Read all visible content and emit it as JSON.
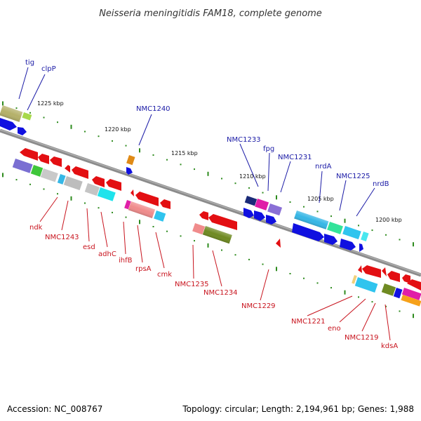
{
  "title": "Neisseria meningitidis FAM18, complete genome",
  "footer": {
    "accession": "Accession: NC_008767",
    "summary": "Topology: circular; Length: 2,194,961 bp; Genes: 1,988"
  },
  "colors": {
    "forward_label": "#1a1aa6",
    "reverse_label": "#c8141e",
    "backbone": "#8c8c8c",
    "tick": "#2e8b1e"
  },
  "kbp_labels": [
    "1225 kbp",
    "1220 kbp",
    "1215 kbp",
    "1210 kbp",
    "1205 kbp",
    "1200 kbp"
  ],
  "forward_genes": [
    "tig",
    "clpP",
    "NMC1240",
    "NMC1233",
    "fpg",
    "NMC1231",
    "nrdA",
    "NMC1225",
    "nrdB"
  ],
  "reverse_genes": [
    "ndk",
    "NMC1243",
    "esd",
    "adhC",
    "ihfB",
    "rpsA",
    "cmk",
    "NMC1235",
    "NMC1234",
    "NMC1229",
    "NMC1221",
    "eno",
    "NMC1219",
    "kdsA"
  ]
}
